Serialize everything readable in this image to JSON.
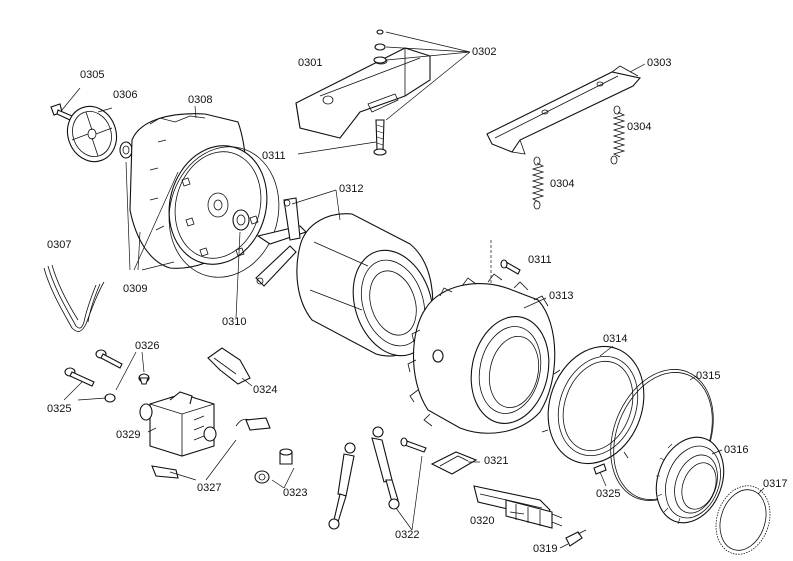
{
  "diagram": {
    "labels": [
      "0301",
      "0302",
      "0303",
      "0304",
      "0304",
      "0305",
      "0306",
      "0307",
      "0308",
      "0309",
      "0310",
      "0311",
      "0311",
      "0312",
      "0313",
      "0314",
      "0315",
      "0316",
      "0317",
      "0319",
      "0320",
      "0321",
      "0322",
      "0323",
      "0324",
      "0325",
      "0325",
      "0326",
      "0327",
      "0329"
    ]
  }
}
